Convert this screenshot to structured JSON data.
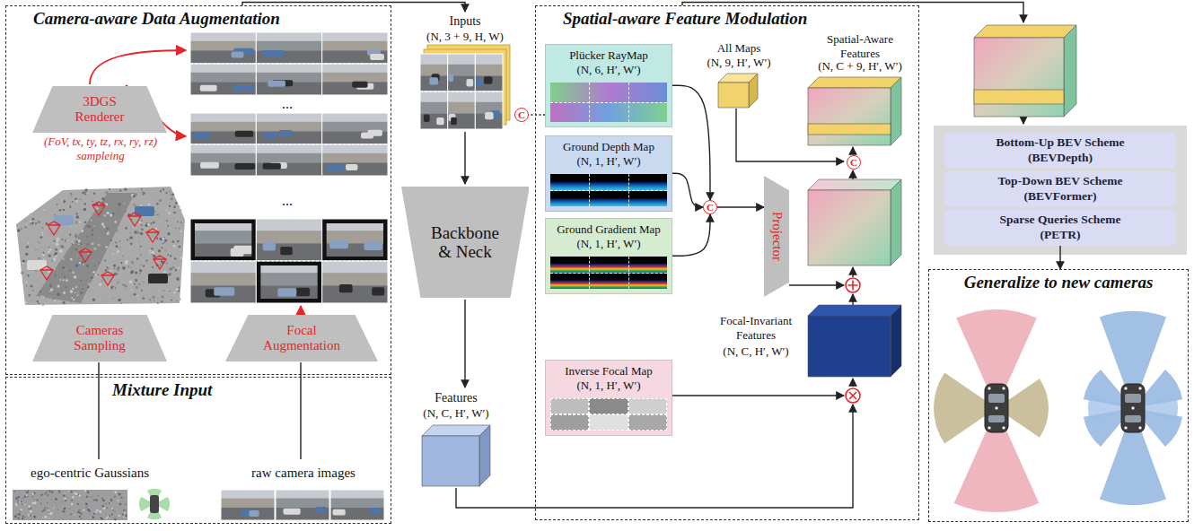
{
  "diagram": {
    "nodes": [
      {
        "text": [
          "Camera-aware Data Augmentation"
        ]
      },
      {
        "text": [
          "3DGS Renderer"
        ],
        "in": 0
      },
      {
        "text": [
          "Cameras Sampling"
        ],
        "in": 0
      },
      {
        "text": [
          "Focal Augmentation"
        ],
        "in": 0
      },
      {
        "text": [
          "Mixture Input"
        ]
      },
      {
        "text": [
          "C"
        ]
      },
      {
        "text": [
          "Backbone & Neck"
        ]
      },
      {
        "text": [
          "Spatial-aware Feature Modulation"
        ]
      },
      {
        "text": [
          "Plücker RayMap",
          "(N, 6, H′, W′)"
        ],
        "in": 7
      },
      {
        "text": [
          "Ground Depth Map",
          "(N, 1, H′, W′)"
        ],
        "in": 7
      },
      {
        "text": [
          "Ground Gradient Map",
          "(N, 1, H′, W′)"
        ],
        "in": 7
      },
      {
        "text": [
          "Inverse Focal Map",
          "(N, 1, H′, W′)"
        ],
        "in": 7
      },
      {
        "text": [
          "C"
        ],
        "in": 7
      },
      {
        "text": [
          "Projector"
        ],
        "in": 7
      },
      {
        "text": [
          "C"
        ],
        "in": 7
      },
      {
        "text": [
          "Bottom-Up BEV Scheme",
          "(BEVDepth)"
        ]
      },
      {
        "text": [
          "Top-Down BEV Scheme",
          "(BEVFormer)"
        ]
      },
      {
        "text": [
          "Sparse Queries Scheme",
          "(PETR)"
        ]
      },
      {
        "text": [
          "Generalize to new cameras"
        ]
      }
    ],
    "edges": [
      {
        "from": 8,
        "to": 5,
        "arrow": "none"
      },
      {
        "from": 8,
        "to": 12,
        "arrow": "to"
      },
      {
        "from": 9,
        "to": 12,
        "arrow": "to"
      },
      {
        "from": 10,
        "to": 12,
        "arrow": "to"
      },
      {
        "from": 12,
        "to": 13,
        "arrow": "to"
      },
      {
        "from": 17,
        "to": 18,
        "arrow": "to"
      }
    ],
    "labels": [
      "(FoV, tx, ty, tz, rx, ry, rz) sampleing",
      "...",
      "...",
      "ego-centric Gaussians",
      "raw camera images",
      "Inputs",
      "(N, 3 + 9, H, W)",
      "Features",
      "(N, C, H′, W′)",
      "All Maps",
      "(N, 9, H′, W′)",
      "Spatial-Aware Features",
      "(N, C + 9, H′, W′)",
      "Focal-Invariant Features",
      "(N, C, H′, W′)"
    ]
  }
}
